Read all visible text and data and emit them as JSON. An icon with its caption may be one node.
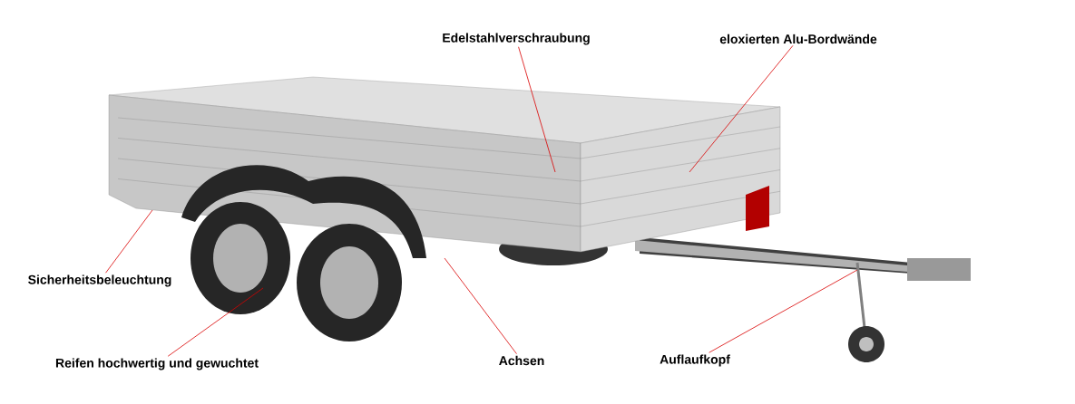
{
  "diagram": {
    "nodes": [
      {
        "text": [
          "Edelstahlverschraubung"
        ]
      },
      {
        "text": [
          "eloxierten Alu-Bordwände"
        ]
      },
      {
        "text": [
          "Sicherheitsbeleuchtung"
        ]
      },
      {
        "text": [
          "Reifen hochwertig und gewuchtet"
        ]
      },
      {
        "text": [
          "Achsen"
        ]
      },
      {
        "text": [
          "Auflaufkopf"
        ]
      }
    ],
    "edges": [
      {
        "from": 0,
        "to": null,
        "arrow": "none"
      },
      {
        "from": 1,
        "to": null,
        "arrow": "none"
      },
      {
        "from": 2,
        "to": null,
        "arrow": "none"
      },
      {
        "from": 3,
        "to": null,
        "arrow": "none"
      },
      {
        "from": 4,
        "to": null,
        "arrow": "none"
      },
      {
        "from": 5,
        "to": null,
        "arrow": "none"
      }
    ]
  }
}
